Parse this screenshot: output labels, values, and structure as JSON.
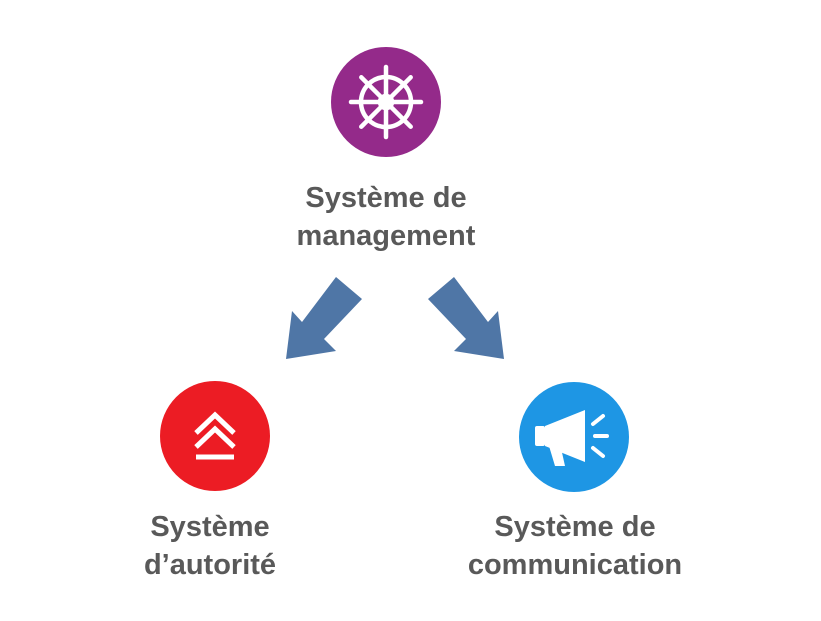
{
  "colors": {
    "management": "#942a8a",
    "authority": "#ec1c24",
    "communication": "#1e96e4",
    "arrow": "#4f76a6",
    "label": "#595959"
  },
  "nodes": {
    "management": {
      "icon": "ship-wheel-icon",
      "line1": "Système de",
      "line2": "management"
    },
    "authority": {
      "icon": "double-chevron-up-icon",
      "line1": "Système",
      "line2": "d’autorité"
    },
    "communication": {
      "icon": "megaphone-icon",
      "line1": "Système de",
      "line2": "communication"
    }
  }
}
